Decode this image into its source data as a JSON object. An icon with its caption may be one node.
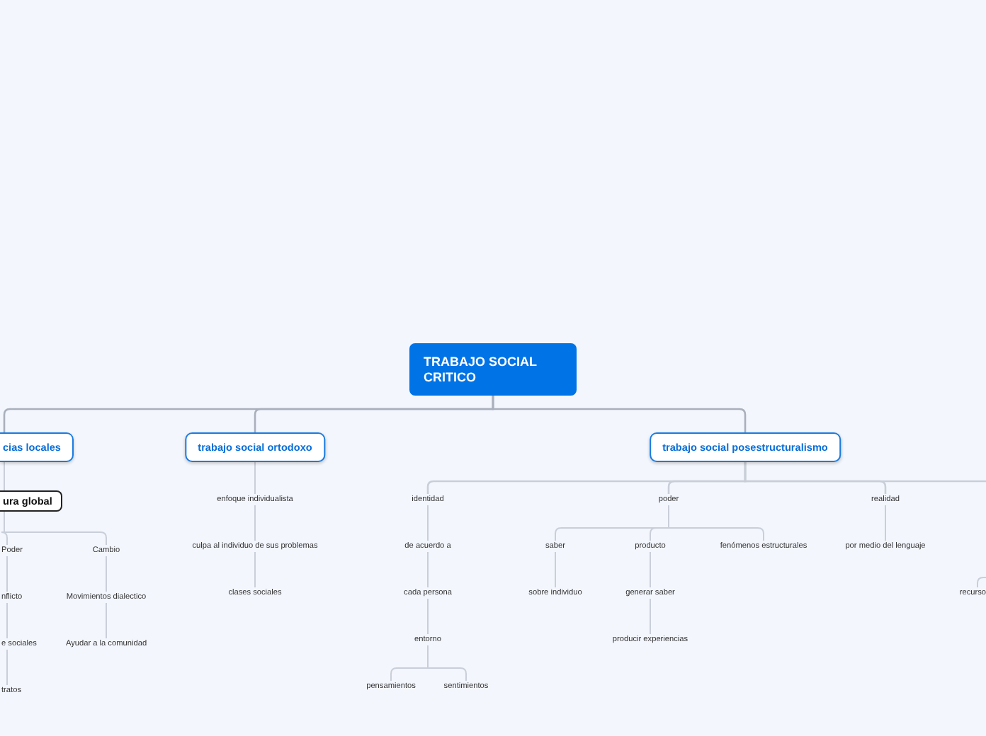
{
  "diagram": {
    "nodes": [
      {
        "text": [
          "TRABAJO SOCIAL CRITICO"
        ]
      },
      {
        "text": [
          "cias locales"
        ]
      },
      {
        "text": [
          "trabajo social ortodoxo"
        ]
      },
      {
        "text": [
          "trabajo social posestructuralismo"
        ]
      },
      {
        "text": [
          "ura global"
        ]
      },
      {
        "text": [
          "Poder"
        ]
      },
      {
        "text": [
          "Cambio"
        ]
      },
      {
        "text": [
          "nflicto"
        ]
      },
      {
        "text": [
          "e sociales"
        ]
      },
      {
        "text": [
          "tratos"
        ]
      },
      {
        "text": [
          "Movimientos dialectico"
        ]
      },
      {
        "text": [
          "Ayudar a la comunidad"
        ]
      },
      {
        "text": [
          "enfoque individualista"
        ]
      },
      {
        "text": [
          "culpa al individuo de sus problemas"
        ]
      },
      {
        "text": [
          "clases sociales"
        ]
      },
      {
        "text": [
          "identidad"
        ]
      },
      {
        "text": [
          "de acuerdo a"
        ]
      },
      {
        "text": [
          "cada persona"
        ]
      },
      {
        "text": [
          "entorno"
        ]
      },
      {
        "text": [
          "pensamientos"
        ]
      },
      {
        "text": [
          "sentimientos"
        ]
      },
      {
        "text": [
          "poder"
        ]
      },
      {
        "text": [
          "saber"
        ]
      },
      {
        "text": [
          "producto"
        ]
      },
      {
        "text": [
          "fenómenos estructurales"
        ]
      },
      {
        "text": [
          "sobre individuo"
        ]
      },
      {
        "text": [
          "generar saber"
        ]
      },
      {
        "text": [
          "producir experiencias"
        ]
      },
      {
        "text": [
          "realidad"
        ]
      },
      {
        "text": [
          "por medio del lenguaje"
        ]
      },
      {
        "text": [
          "recurso"
        ]
      }
    ],
    "edges": [
      {
        "from": 0,
        "to": 1,
        "arrow": "none"
      },
      {
        "from": 0,
        "to": 2,
        "arrow": "none"
      },
      {
        "from": 0,
        "to": 3,
        "arrow": "none"
      },
      {
        "from": 1,
        "to": 4,
        "arrow": "none"
      },
      {
        "from": 4,
        "to": 5,
        "arrow": "none"
      },
      {
        "from": 4,
        "to": 6,
        "arrow": "none"
      },
      {
        "from": 5,
        "to": 7,
        "arrow": "none"
      },
      {
        "from": 7,
        "to": 8,
        "arrow": "none"
      },
      {
        "from": 8,
        "to": 9,
        "arrow": "none"
      },
      {
        "from": 6,
        "to": 10,
        "arrow": "none"
      },
      {
        "from": 10,
        "to": 11,
        "arrow": "none"
      },
      {
        "from": 2,
        "to": 12,
        "arrow": "none"
      },
      {
        "from": 12,
        "to": 13,
        "arrow": "none"
      },
      {
        "from": 13,
        "to": 14,
        "arrow": "none"
      },
      {
        "from": 3,
        "to": 15,
        "arrow": "none"
      },
      {
        "from": 3,
        "to": 21,
        "arrow": "none"
      },
      {
        "from": 3,
        "to": 28,
        "arrow": "none"
      },
      {
        "from": 3,
        "to": null,
        "arrow": "none"
      },
      {
        "from": 15,
        "to": 16,
        "arrow": "none"
      },
      {
        "from": 16,
        "to": 17,
        "arrow": "none"
      },
      {
        "from": 17,
        "to": 18,
        "arrow": "none"
      },
      {
        "from": 18,
        "to": 19,
        "arrow": "none"
      },
      {
        "from": 18,
        "to": 20,
        "arrow": "none"
      },
      {
        "from": 21,
        "to": 22,
        "arrow": "none"
      },
      {
        "from": 21,
        "to": 23,
        "arrow": "none"
      },
      {
        "from": 21,
        "to": 24,
        "arrow": "none"
      },
      {
        "from": 22,
        "to": 25,
        "arrow": "none"
      },
      {
        "from": 23,
        "to": 26,
        "arrow": "none"
      },
      {
        "from": 26,
        "to": 27,
        "arrow": "none"
      },
      {
        "from": 28,
        "to": 29,
        "arrow": "none"
      },
      {
        "from": null,
        "to": 30,
        "arrow": "none"
      }
    ]
  }
}
